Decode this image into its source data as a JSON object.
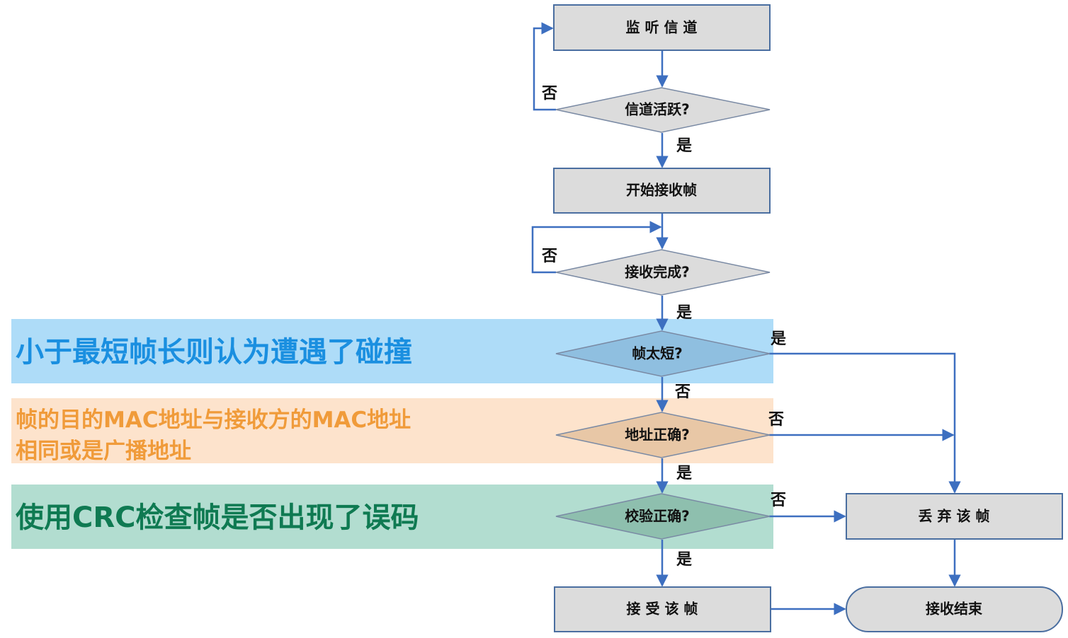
{
  "annotations": {
    "blue": "小于最短帧长则认为遭遇了碰撞",
    "orange": "帧的目的MAC地址与接收方的MAC地址\n相同或是广播地址",
    "green": "使用CRC检查帧是否出现了误码"
  },
  "nodes": {
    "listen": "监 听 信 道",
    "channel_active": "信道活跃?",
    "start_receive": "开始接收帧",
    "receive_done": "接收完成?",
    "frame_short": "帧太短?",
    "address_ok": "地址正确?",
    "checksum_ok": "校验正确?",
    "discard": "丢 弃 该 帧",
    "accept": "接 受 该 帧",
    "end": "接收结束"
  },
  "edge_labels": {
    "channel_no": "否",
    "channel_yes": "是",
    "receive_no": "否",
    "receive_yes": "是",
    "short_yes": "是",
    "short_no": "否",
    "address_no": "否",
    "address_yes": "是",
    "checksum_no": "否",
    "checksum_yes": "是"
  },
  "colors": {
    "band_blue": "#aedcf8",
    "band_orange": "#fde3cc",
    "band_green": "#b2ddd0",
    "text_blue": "#1a8fe0",
    "text_orange": "#f09b3a",
    "text_green": "#0f7a52",
    "edge": "#3d6fc0",
    "box_fill": "#dcdcdc",
    "diamond_blue": "#8fbfe0",
    "diamond_orange": "#e8c7a6",
    "diamond_green": "#8ebfae"
  }
}
